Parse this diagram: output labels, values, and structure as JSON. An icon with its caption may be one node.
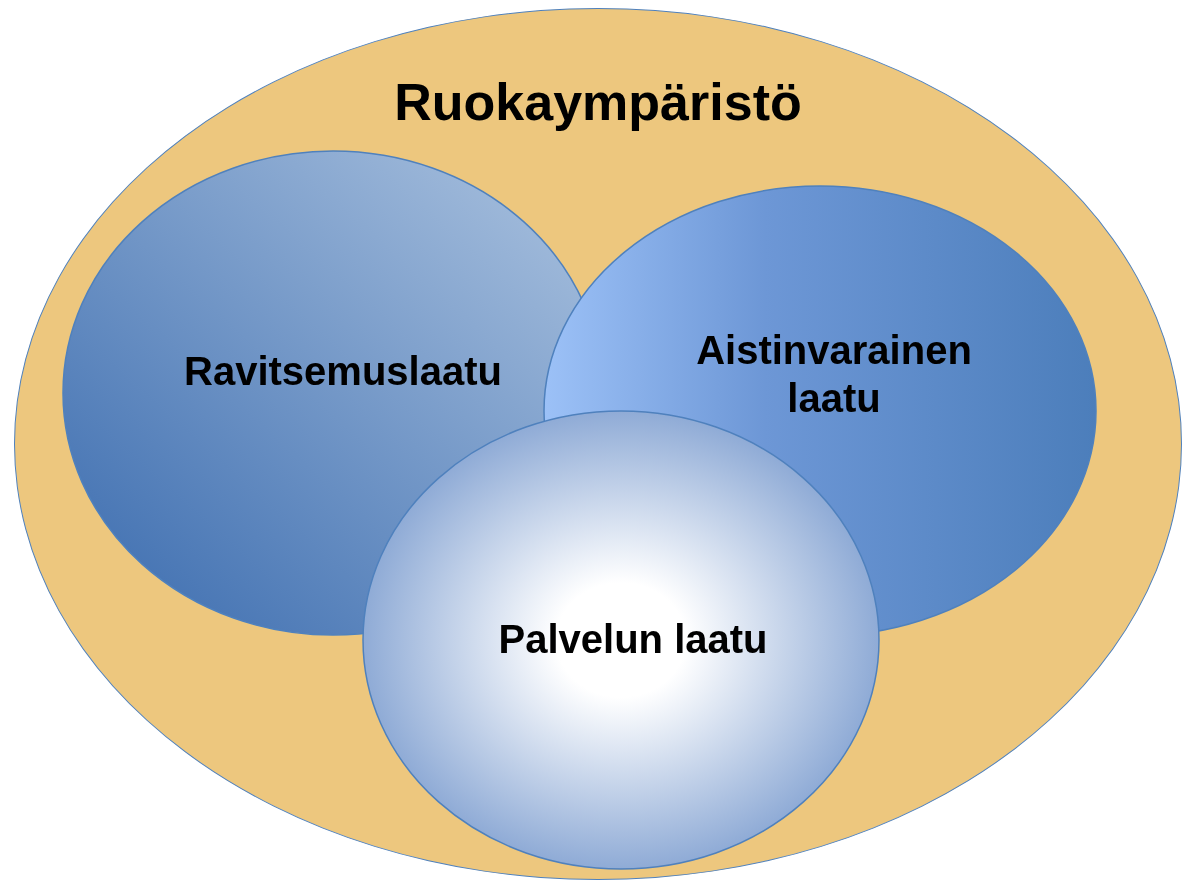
{
  "diagram": {
    "nodes": [
      {
        "text": [
          "Ruokaympäristö"
        ]
      },
      {
        "text": [
          "Ravitsemuslaatu"
        ],
        "in": 0
      },
      {
        "text": [
          "Aistinvarainen laatu"
        ],
        "in": 0
      },
      {
        "text": [
          "Palvelun laatu"
        ],
        "in": 0
      }
    ]
  }
}
